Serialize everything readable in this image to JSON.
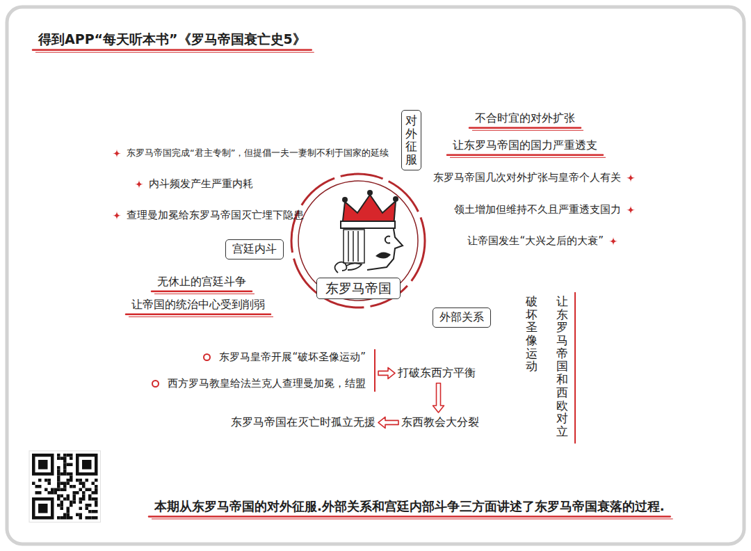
{
  "diagram": {
    "title": "得到APP“每天听本书”《罗马帝国衰亡史5》",
    "caption": "本期从东罗马帝国的对外征服.外部关系和宫廷内部斗争三方面讲述了东罗马帝国衰落的过程.",
    "nodes": [
      {
        "text": [
          "对外征服"
        ]
      },
      {
        "text": [
          "宫廷内斗"
        ]
      },
      {
        "text": [
          "东罗马帝国"
        ]
      },
      {
        "text": [
          "外部关系"
        ]
      },
      {
        "text": [
          "东罗马皇帝开展“破坏圣像运动”",
          "西方罗马教皇给法兰克人查理曼加冕，结盟"
        ]
      },
      {
        "text": [
          "打破东西方平衡"
        ]
      },
      {
        "text": [
          "东西教会大分裂"
        ]
      },
      {
        "text": [
          "东罗马帝国在灭亡时孤立无援"
        ]
      }
    ],
    "edges": [
      {
        "from": 4,
        "to": 5,
        "arrow": "to"
      },
      {
        "from": 5,
        "to": 6,
        "arrow": "to"
      },
      {
        "from": 6,
        "to": 7,
        "arrow": "to"
      }
    ],
    "labels": [
      "不合时宜的对外扩张",
      "让东罗马帝国的国力严重透支",
      "东罗马帝国几次对外扩张与皇帝个人有关",
      "领土增加但维持不久且严重透支国力",
      "让帝国发生“大兴之后的大衰”",
      "东罗马帝国完成“君主专制”，但提倡一夫一妻制不利于国家的延续",
      "内斗频发产生严重内耗",
      "查理曼加冕给东罗马帝国灭亡埋下隐患",
      "无休止的宫廷斗争",
      "让帝国的统治中心受到削弱",
      "破坏圣像运动",
      "让东罗马帝国和西欧对立"
    ]
  }
}
